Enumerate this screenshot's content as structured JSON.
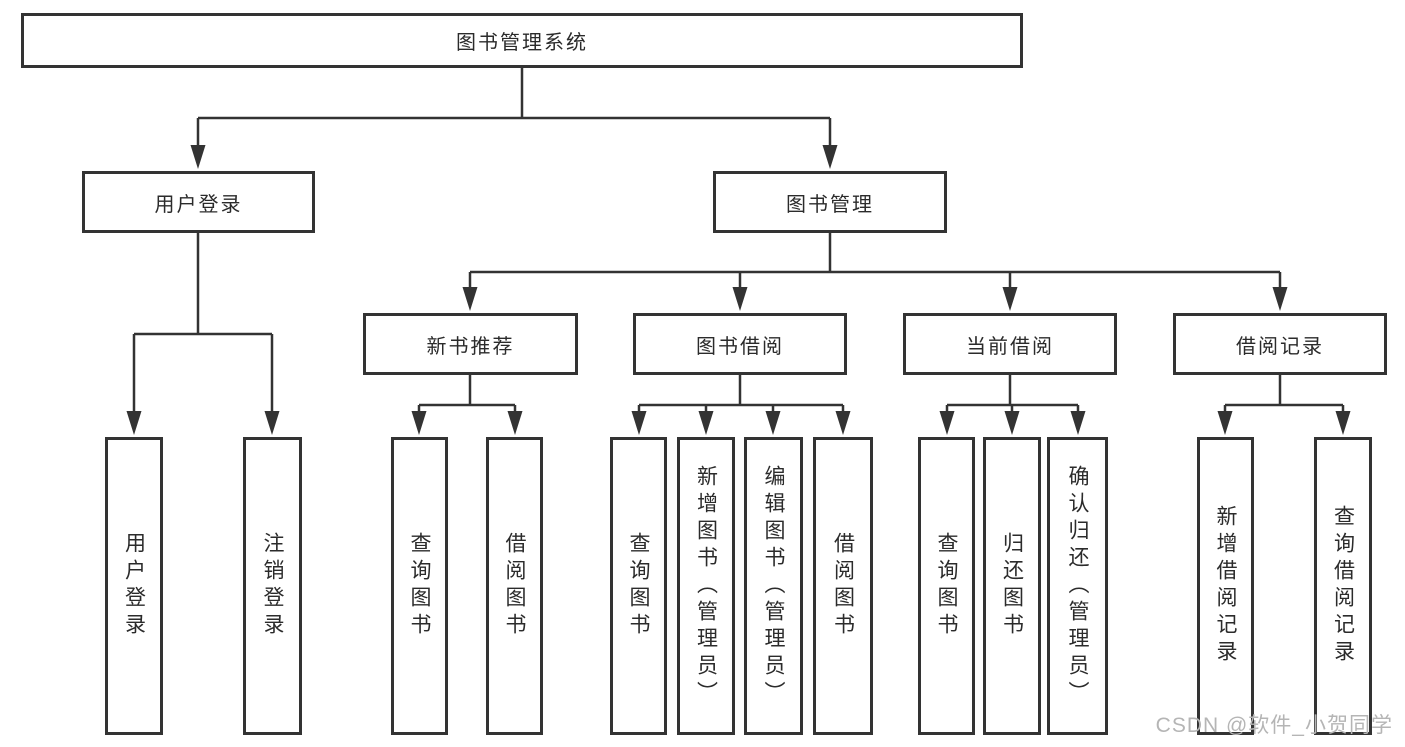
{
  "tree": {
    "root": {
      "label": "图书管理系统",
      "children": [
        {
          "label": "用户登录",
          "children": [
            {
              "label": "用户登录"
            },
            {
              "label": "注销登录"
            }
          ]
        },
        {
          "label": "图书管理",
          "children": [
            {
              "label": "新书推荐",
              "children": [
                {
                  "label": "查询图书"
                },
                {
                  "label": "借阅图书"
                }
              ]
            },
            {
              "label": "图书借阅",
              "children": [
                {
                  "label": "查询图书"
                },
                {
                  "label": "新增图书（管理员）"
                },
                {
                  "label": "编辑图书（管理员）"
                },
                {
                  "label": "借阅图书"
                }
              ]
            },
            {
              "label": "当前借阅",
              "children": [
                {
                  "label": "查询图书"
                },
                {
                  "label": "归还图书"
                },
                {
                  "label": "确认归还（管理员）"
                }
              ]
            },
            {
              "label": "借阅记录",
              "children": [
                {
                  "label": "新增借阅记录"
                },
                {
                  "label": "查询借阅记录"
                }
              ]
            }
          ]
        }
      ]
    }
  },
  "watermark": {
    "text": "CSDN @软件_小贺同学"
  },
  "colors": {
    "line": "#333333",
    "box_border": "#333333",
    "box_fill": "#ffffff",
    "text": "#2b2b2b",
    "watermark": "#b5b5b5",
    "background": "#ffffff"
  }
}
